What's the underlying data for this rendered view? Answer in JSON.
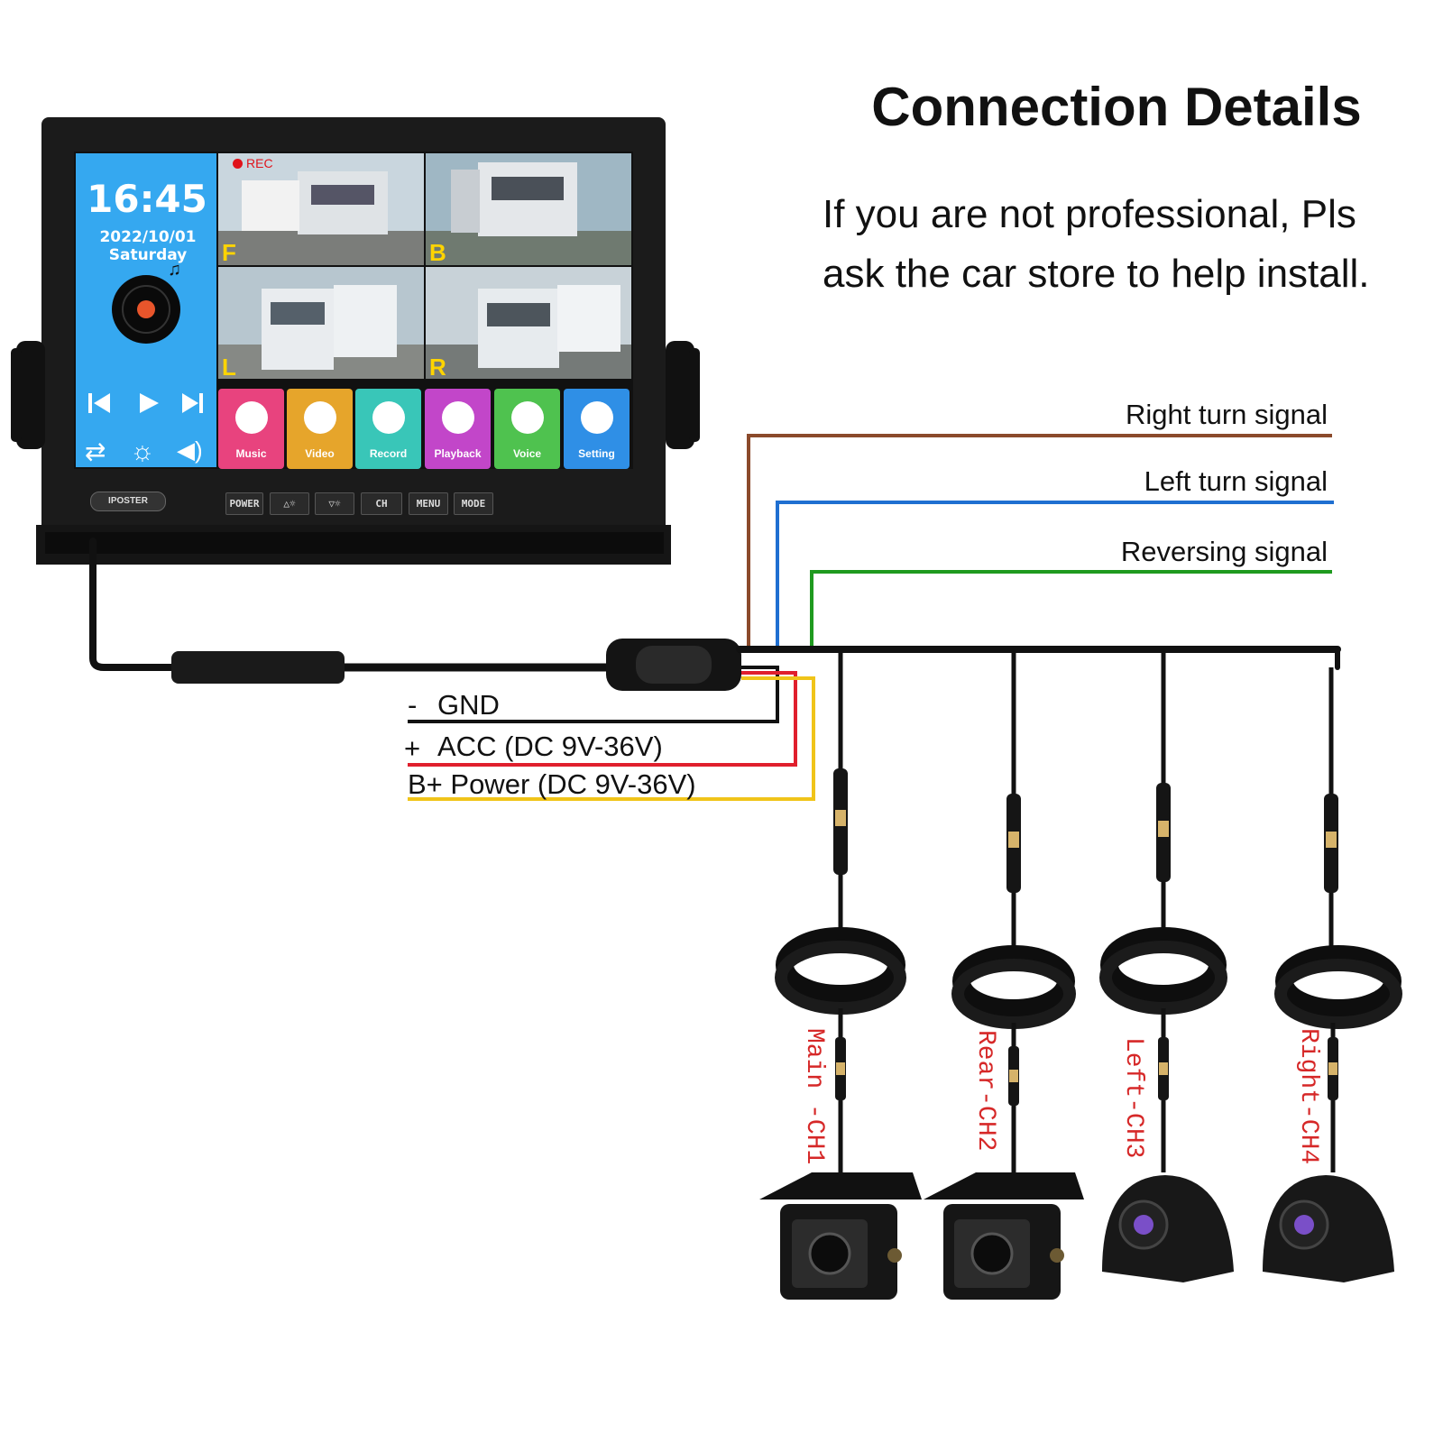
{
  "header": {
    "title": "Connection Details",
    "subtitle_line1": "If you are not professional, Pls",
    "subtitle_line2": "ask the car store to help install."
  },
  "signals": {
    "right_turn": "Right turn signal",
    "left_turn": "Left turn signal",
    "reversing": "Reversing signal"
  },
  "power": {
    "gnd": "GND",
    "gnd_sign": "-",
    "acc": "ACC (DC 9V-36V)",
    "acc_sign": "+",
    "bplus": "B+ Power (DC 9V-36V)"
  },
  "cameras": {
    "ch1": "Main -CH1",
    "ch2": "Rear-CH2",
    "ch3": "Left-CH3",
    "ch4": "Right-CH4"
  },
  "monitor": {
    "time": "16:45",
    "date": "2022/10/01 Saturday",
    "rec": "REC",
    "quadrants": {
      "front": "F",
      "back": "B",
      "left": "L",
      "right": "R"
    },
    "apps": [
      "Music",
      "Video",
      "Record",
      "Playback",
      "Voice",
      "Setting"
    ],
    "buttons": [
      "POWER",
      "△☼",
      "▽☼",
      "CH",
      "MENU",
      "MODE"
    ],
    "brand": "IPOSTER"
  },
  "colors": {
    "right_turn_wire": "#8b4a2b",
    "left_turn_wire": "#1f6fd1",
    "reversing_wire": "#1f9a1f",
    "gnd_wire": "#111111",
    "acc_wire": "#e01f2d",
    "bplus_wire": "#f0c419",
    "camera_label": "#d62828",
    "screen_blue": "#35a8f0"
  }
}
